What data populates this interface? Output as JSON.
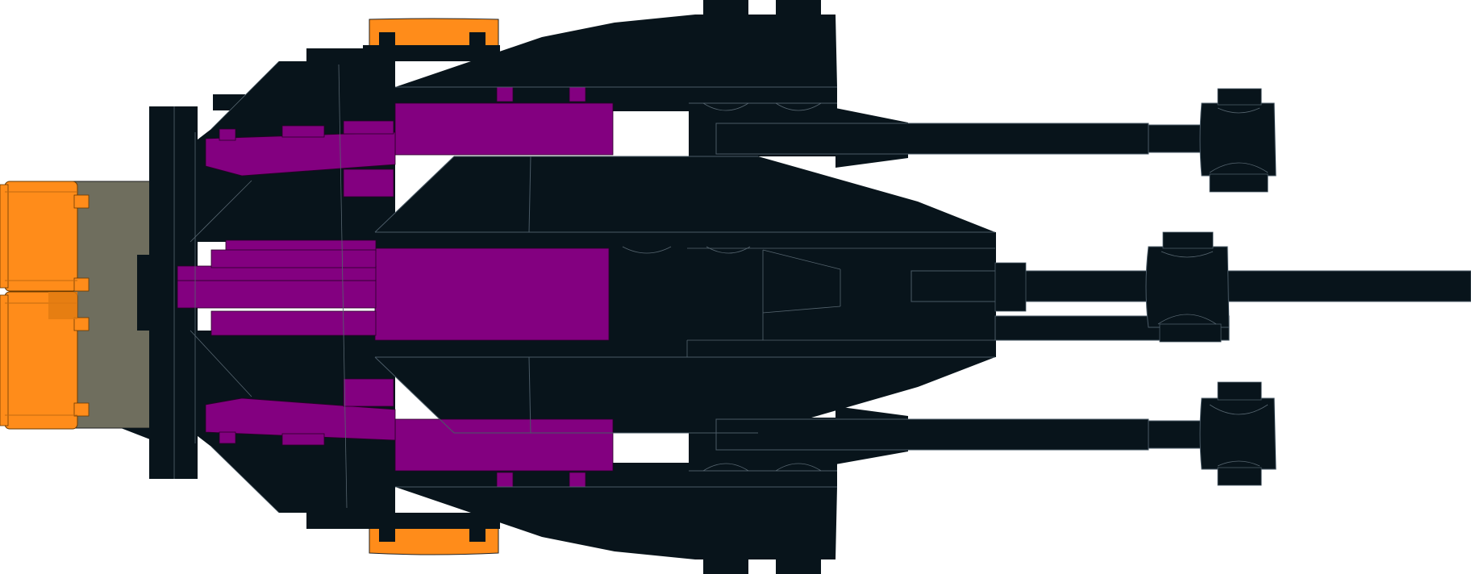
{
  "colors": {
    "hull": "#08141b",
    "accent": "#830080",
    "orange": "#ff8c1a",
    "orange_dark": "#e07a10",
    "engine_block": "#6f6e5e",
    "outline": "#4a5a66",
    "background": "#ffffff"
  },
  "parts": {
    "main_body": "hull-body",
    "hull_color_name": "black",
    "accent_color_name": "magenta",
    "thruster_color_name": "orange",
    "engine_block_color_name": "olive-gray"
  }
}
